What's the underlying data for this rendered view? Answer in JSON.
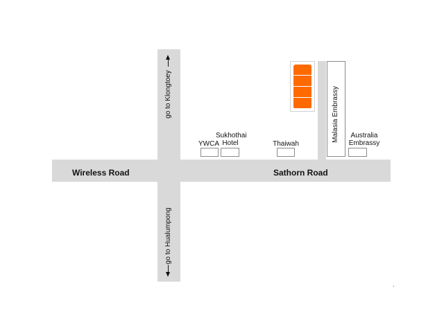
{
  "roads": {
    "wireless": "Wireless Road",
    "sathorn": "Sathorn Road",
    "to_klongtoey": "go to Klongtoey",
    "to_hualumpong": "go to Hualumpong"
  },
  "landmarks": {
    "ywca": "YWCA",
    "sukhothai_line1": "Sukhothai",
    "sukhothai_line2": "Hotel",
    "thaiwah": "Thaiwah",
    "malasia": "Malasia Embrassy",
    "australia_line1": "Australia",
    "australia_line2": "Embrassy"
  },
  "colors": {
    "road": "#d9d9d9",
    "destination": "#ff6a00",
    "building_border": "#8a8a8a"
  }
}
